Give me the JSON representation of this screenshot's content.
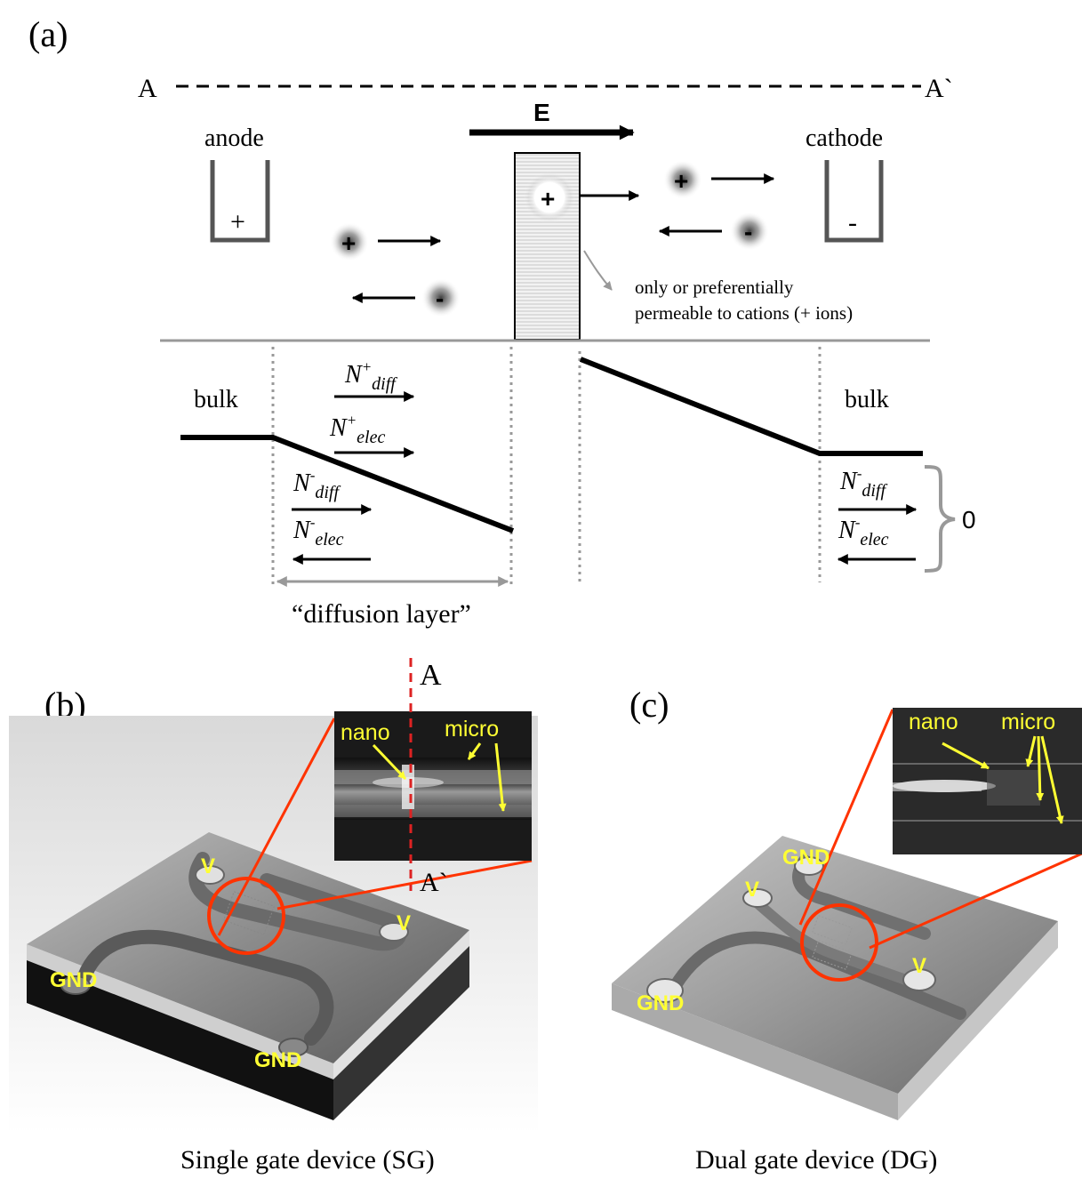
{
  "panel_a": {
    "label": "(a)",
    "line_start": "A",
    "line_end": "A`",
    "field": "E",
    "anode": "anode",
    "anode_sign": "+",
    "cathode": "cathode",
    "cathode_sign": "-",
    "cation": "+",
    "anion": "-",
    "membrane_note_1": "only or preferentially",
    "membrane_note_2": "permeable to cations (+ ions)",
    "bulk_left": "bulk",
    "bulk_right": "bulk",
    "flux_pos_diff_sym": "N",
    "flux_pos_diff_sup": "+",
    "flux_pos_diff_sub": "diff",
    "flux_pos_elec_sym": "N",
    "flux_pos_elec_sup": "+",
    "flux_pos_elec_sub": "elec",
    "flux_neg_diff_sym": "N",
    "flux_neg_diff_sup": "-",
    "flux_neg_diff_sub": "diff",
    "flux_neg_elec_sym": "N",
    "flux_neg_elec_sup": "-",
    "flux_neg_elec_sub": "elec",
    "sum_zero": "0",
    "diffusion_layer": "“diffusion layer”"
  },
  "panel_b": {
    "label": "(b)",
    "cut_start": "A",
    "cut_end": "A`",
    "nano": "nano",
    "micro": "micro",
    "port_v_1": "V",
    "port_v_2": "V",
    "port_gnd_1": "GND",
    "port_gnd_2": "GND",
    "caption": "Single gate device (SG)"
  },
  "panel_c": {
    "label": "(c)",
    "nano": "nano",
    "micro": "micro",
    "port_gnd_1": "GND",
    "port_gnd_2": "GND",
    "port_v_1": "V",
    "port_v_2": "V",
    "caption": "Dual gate device (DG)"
  },
  "colors": {
    "annotation_yellow": "#ffff33",
    "zoom_red": "#ff3300",
    "cut_line_red": "#dd2222"
  }
}
